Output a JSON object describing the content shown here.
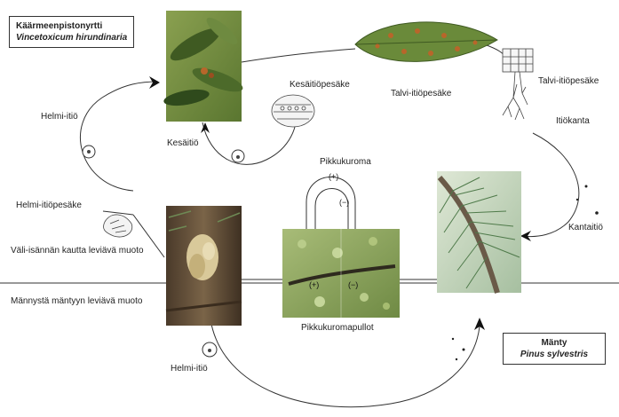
{
  "host_alt": {
    "common_name": "Käärmeenpistonyrtti",
    "latin_name": "Vincetoxicum hirundinaria"
  },
  "host_pine": {
    "common_name": "Mänty",
    "latin_name": "Pinus sylvestris"
  },
  "labels": {
    "kesaitiopesake": "Kesäitiöpesäke",
    "talvi_leaf": "Talvi-itiöpesäke",
    "talvi_right": "Talvi-itiöpesäke",
    "itiokanta": "Itiökanta",
    "kantaitio": "Kantaitiö",
    "kesaitio": "Kesäitiö",
    "helmi_itio_upper": "Helmi-itiö",
    "helmi_itiopesake": "Helmi-itiöpesäke",
    "pikkukuroma": "Pikkukuroma",
    "pikkukuromapullot": "Pikkukuromapullot",
    "helmi_itio_lower": "Helmi-itiö",
    "route_alt_host": "Väli-isännän kautta leviävä muoto",
    "route_pine": "Männystä mäntyyn leviävä muoto",
    "plus_sign": "(+)",
    "minus_sign": "(−)",
    "plus_small": "(+)",
    "minus_small": "(−)"
  },
  "colors": {
    "line": "#333333",
    "leaf_green": "#5f7d3a",
    "rust_orange": "#b8662a",
    "moss_green": "#8aa25a",
    "bark_brown": "#5a4632",
    "needle_green": "#5e8a55"
  }
}
